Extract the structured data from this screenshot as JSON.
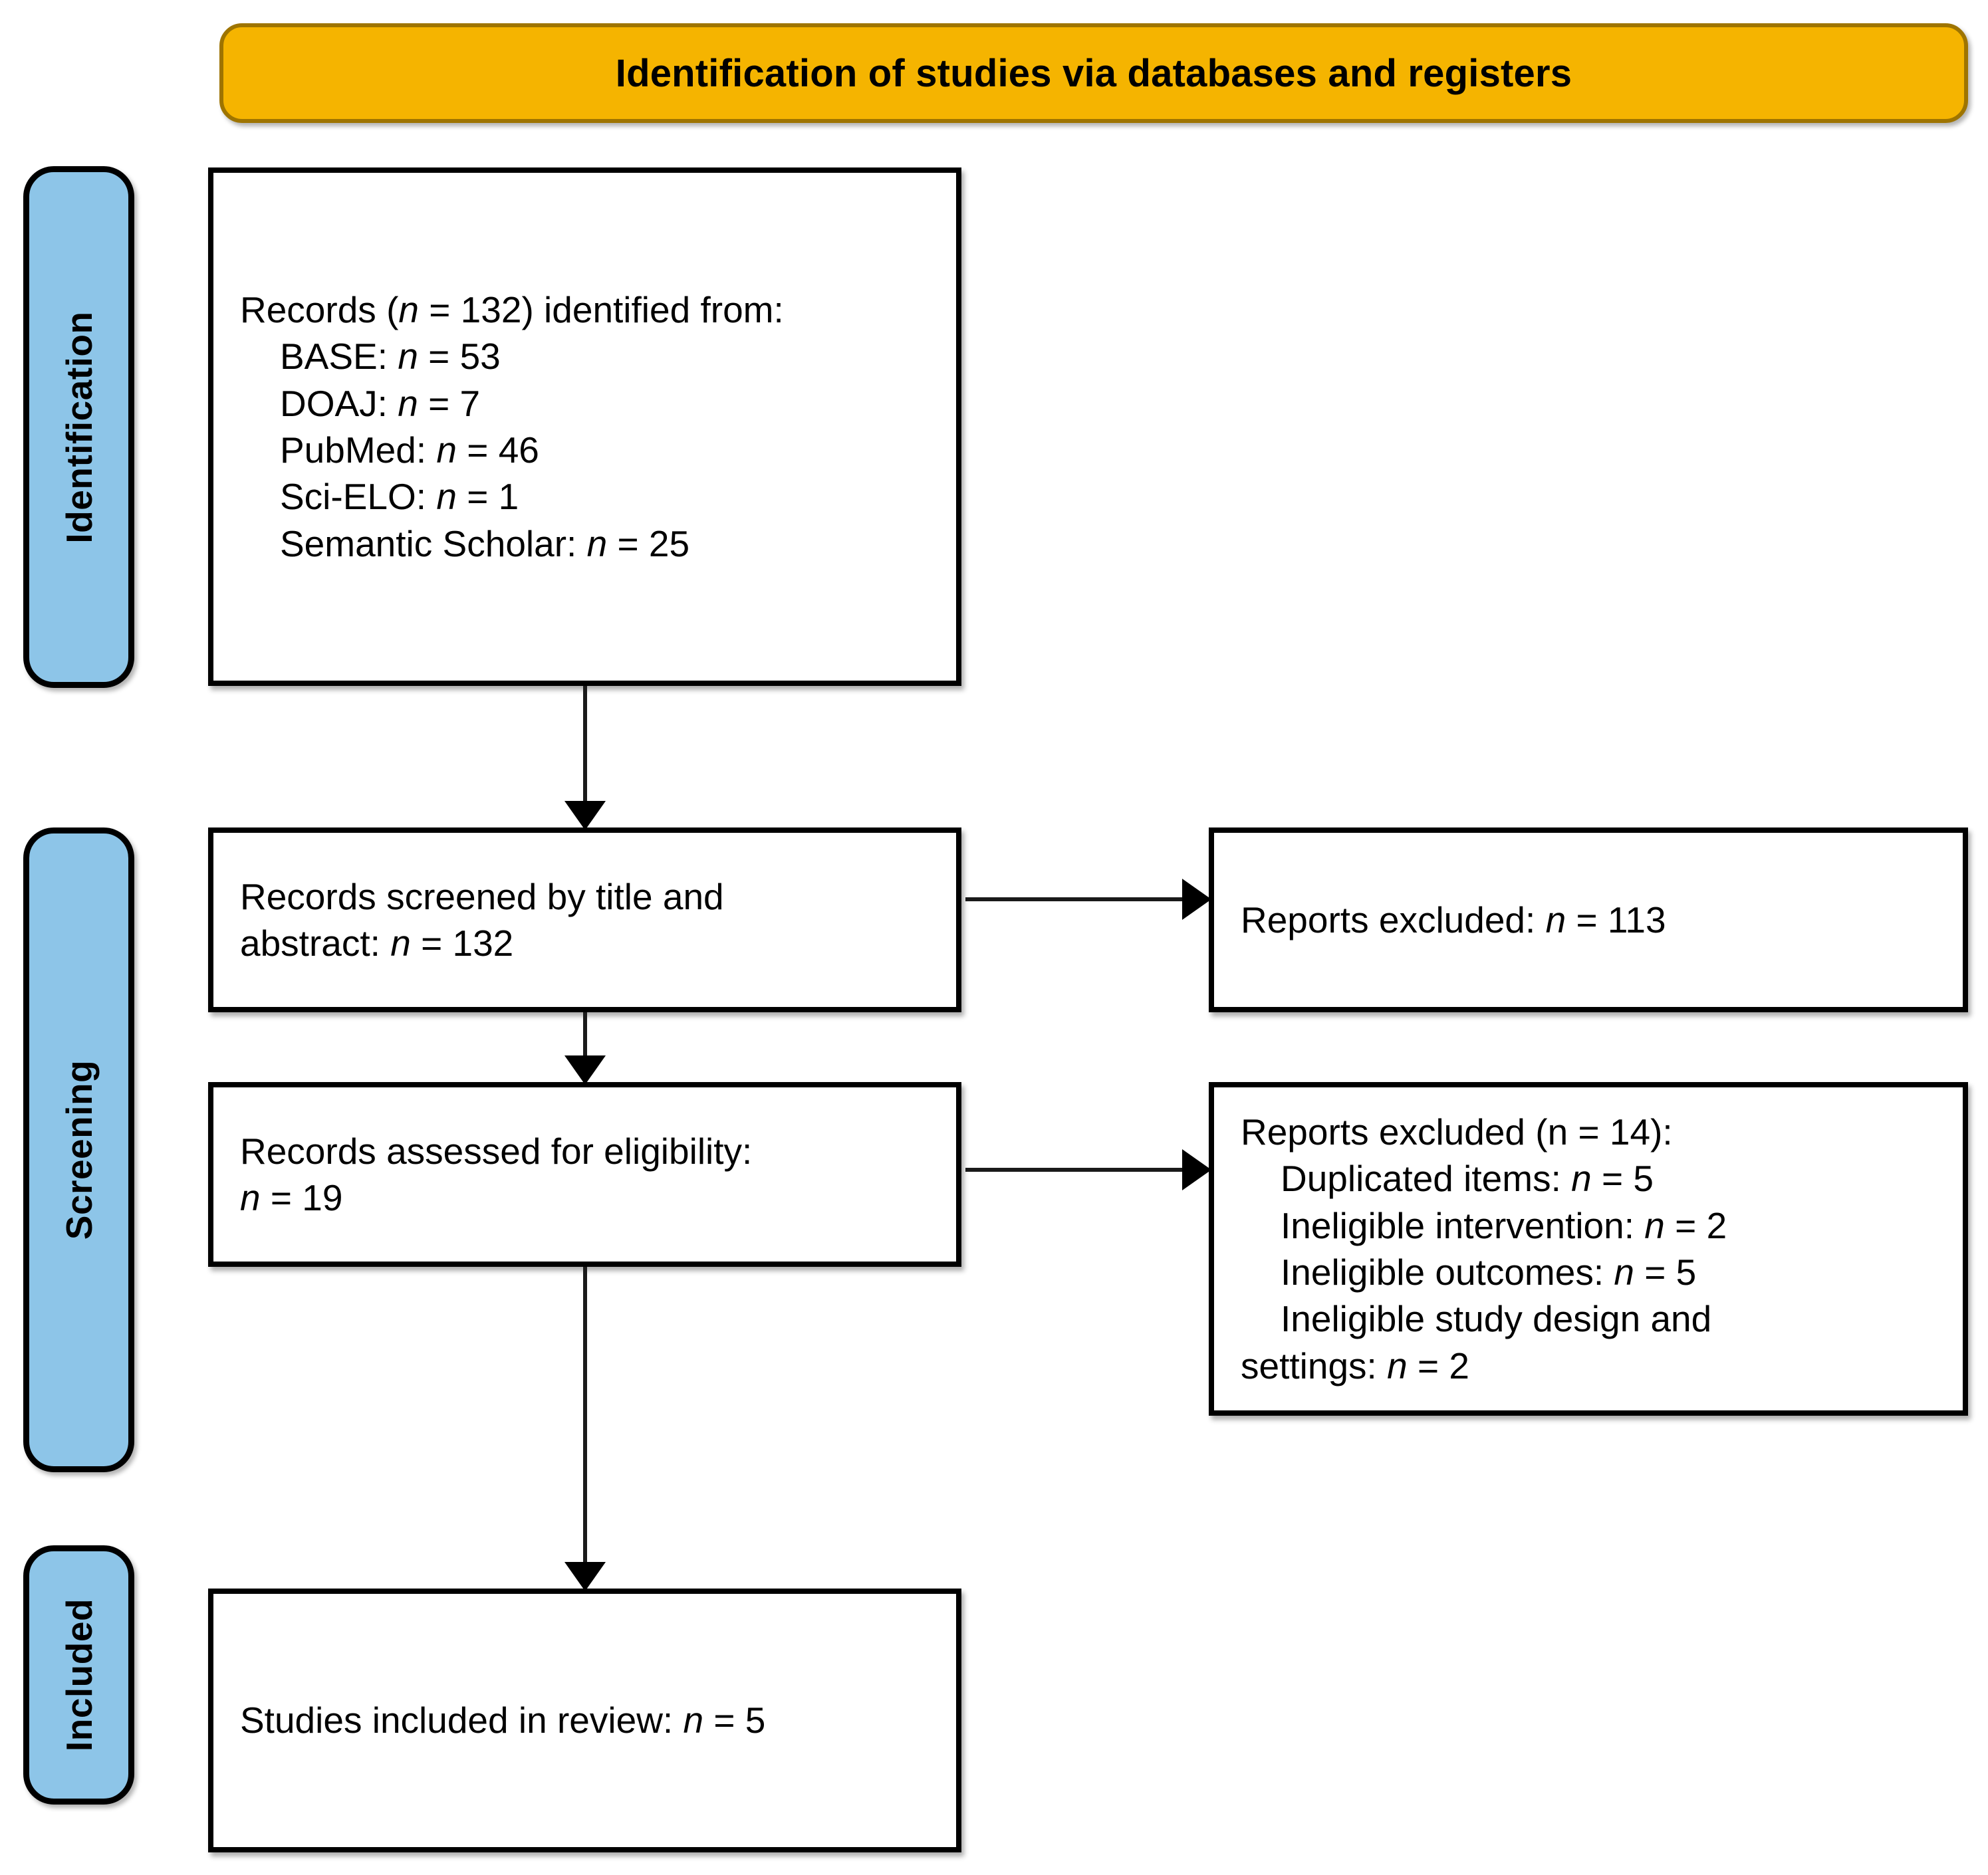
{
  "banner": {
    "title": "Identification of studies via databases and registers",
    "fill_color": "#F5B400",
    "border_color": "#9E7400"
  },
  "stage_labels": {
    "identification": "Identification",
    "screening": "Screening",
    "included": "Included",
    "fill_color": "#8DC5E8",
    "border_color": "#000000"
  },
  "boxes": {
    "identified": {
      "heading_pre": "Records (",
      "heading_var": "n",
      "heading_post": " = 132) identified from:",
      "sources": [
        {
          "label": "BASE:",
          "var": "n",
          "value": " = 53"
        },
        {
          "label": "DOAJ:",
          "var": "n",
          "value": " = 7"
        },
        {
          "label": "PubMed:",
          "var": "n",
          "value": " = 46"
        },
        {
          "label": "Sci-ELO:",
          "var": "n",
          "value": " = 1"
        },
        {
          "label": "Semantic Scholar:",
          "var": "n",
          "value": " = 25"
        }
      ]
    },
    "screened": {
      "line1": "Records screened by title and",
      "line2_pre": "abstract: ",
      "line2_var": "n",
      "line2_post": " = 132"
    },
    "eligibility": {
      "line1": "Records assessed for eligibility:",
      "line2_var": "n",
      "line2_post": " = 19"
    },
    "included": {
      "line1_pre": "Studies included in review: ",
      "line1_var": "n",
      "line1_post": " = 5"
    },
    "excluded_screening": {
      "line1_pre": "Reports excluded: ",
      "line1_var": "n",
      "line1_post": " = 113"
    },
    "excluded_eligibility": {
      "heading": "Reports excluded (n = 14):",
      "reasons": [
        {
          "label": "Duplicated items:",
          "var": "n",
          "value": " = 5"
        },
        {
          "label": "Ineligible intervention:",
          "var": "n",
          "value": " = 2"
        },
        {
          "label": "Ineligible outcomes:",
          "var": "n",
          "value": " = 5"
        },
        {
          "label": "Ineligible study design and",
          "var": "",
          "value": ""
        },
        {
          "label": "settings:",
          "var": "n",
          "value": " = 2"
        }
      ]
    }
  }
}
